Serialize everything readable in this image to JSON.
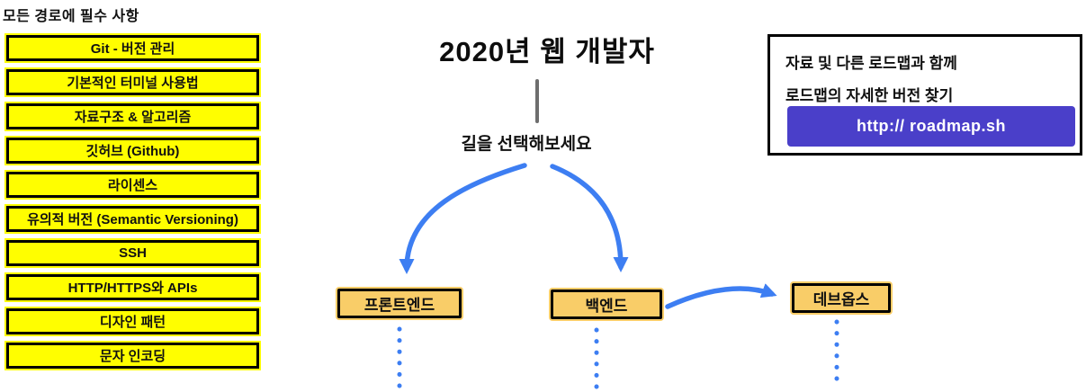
{
  "colors": {
    "yellow": "#FFFE00",
    "black": "#000000",
    "orange": "#F9CD68",
    "arrow-blue": "#3D7EF2",
    "purple": "#4A3FC9",
    "line-gray": "#6E6E6E"
  },
  "header": {
    "required_label": "모든 경로에 필수 사항",
    "title": "2020년 웹 개발자",
    "choose_path_label": "길을 선택해보세요"
  },
  "sidebar": {
    "items": [
      {
        "label": "Git - 버전 관리"
      },
      {
        "label": "기본적인 터미널 사용법"
      },
      {
        "label": "자료구조 & 알고리즘"
      },
      {
        "label": "깃허브 (Github)"
      },
      {
        "label": "라이센스"
      },
      {
        "label": "유의적 버전 (Semantic Versioning)"
      },
      {
        "label": "SSH"
      },
      {
        "label": "HTTP/HTTPS와 APIs"
      },
      {
        "label": "디자인 패턴"
      },
      {
        "label": "문자 인코딩"
      }
    ]
  },
  "info_box": {
    "line1": "자료 및 다른 로드맵과 함께",
    "line2": "로드맵의 자세한 버전 찾기",
    "button_label": "http:// roadmap.sh"
  },
  "paths": [
    {
      "label": "프론트엔드"
    },
    {
      "label": "백엔드"
    },
    {
      "label": "데브옵스"
    }
  ]
}
